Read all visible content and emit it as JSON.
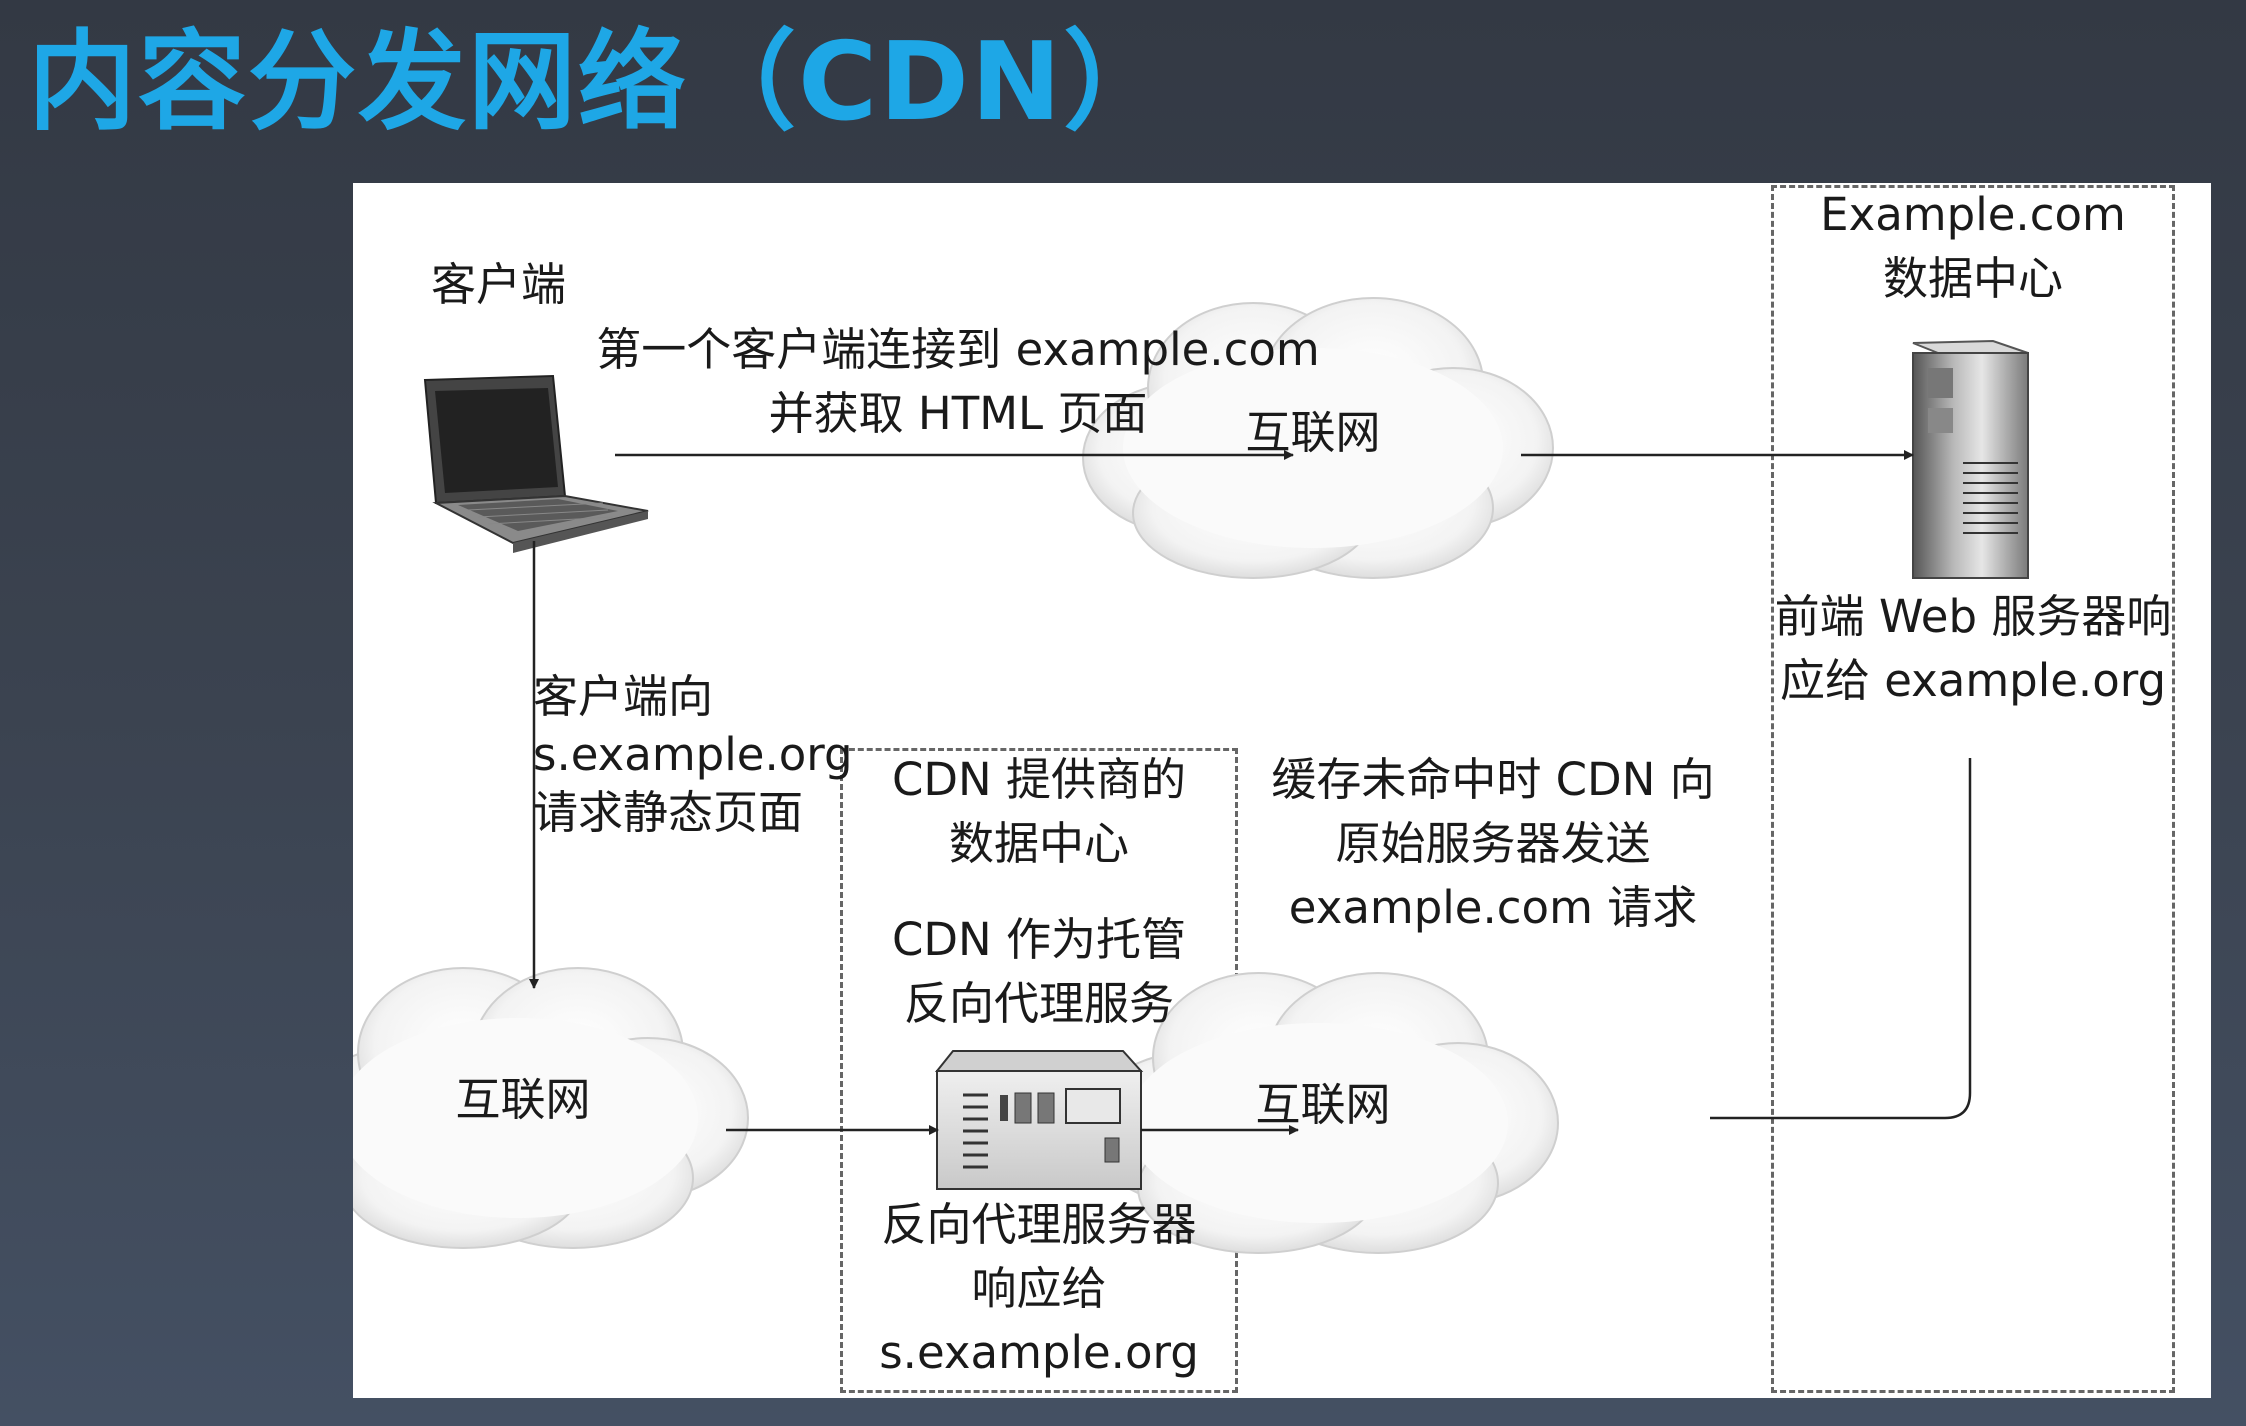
{
  "slide": {
    "title": "内容分发网络（CDN）"
  },
  "diagram": {
    "client_label": "客户端",
    "first_connect_line1": "第一个客户端连接到 example.com",
    "first_connect_line2": "并获取 HTML 页面",
    "internet_top": "互联网",
    "origin_dc_line1": "Example.com",
    "origin_dc_line2": "数据中心",
    "origin_resp_line1": "前端 Web 服务器响",
    "origin_resp_line2": "应给 example.org",
    "client_request_line1": "客户端向",
    "client_request_line2": "s.example.org",
    "client_request_line3": "请求静态页面",
    "internet_left": "互联网",
    "cdn_dc_line1": "CDN 提供商的",
    "cdn_dc_line2": "数据中心",
    "cdn_proxy_line1": "CDN 作为托管",
    "cdn_proxy_line2": "反向代理服务",
    "proxy_resp_line1": "反向代理服务器",
    "proxy_resp_line2": "响应给",
    "proxy_resp_line3": "s.example.org",
    "cache_miss_line1": "缓存未命中时 CDN 向",
    "cache_miss_line2": "原始服务器发送",
    "cache_miss_line3": "example.com 请求",
    "internet_right": "互联网"
  }
}
